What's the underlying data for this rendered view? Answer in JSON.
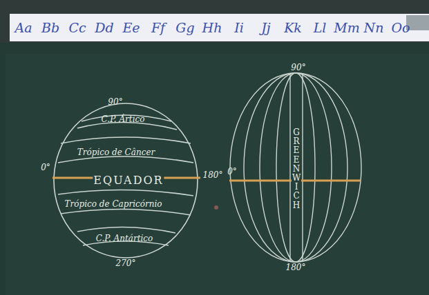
{
  "diagram": {
    "labels": [
      "Aa",
      "Bb",
      "Cc",
      "Dd",
      "Ee",
      "Ff",
      "Gg",
      "Hh",
      "Ii",
      "Jj",
      "Kk",
      "Ll",
      "Mm",
      "Nn",
      "Oo",
      "90°",
      "C.P. Ártico",
      "Trópico de Câncer",
      "0°",
      "EQUADOR",
      "Trópico de Capricórnio",
      "C.P. Antártico",
      "270°",
      "180°",
      "0°",
      "90°",
      "GREENWICH",
      "180°"
    ]
  }
}
